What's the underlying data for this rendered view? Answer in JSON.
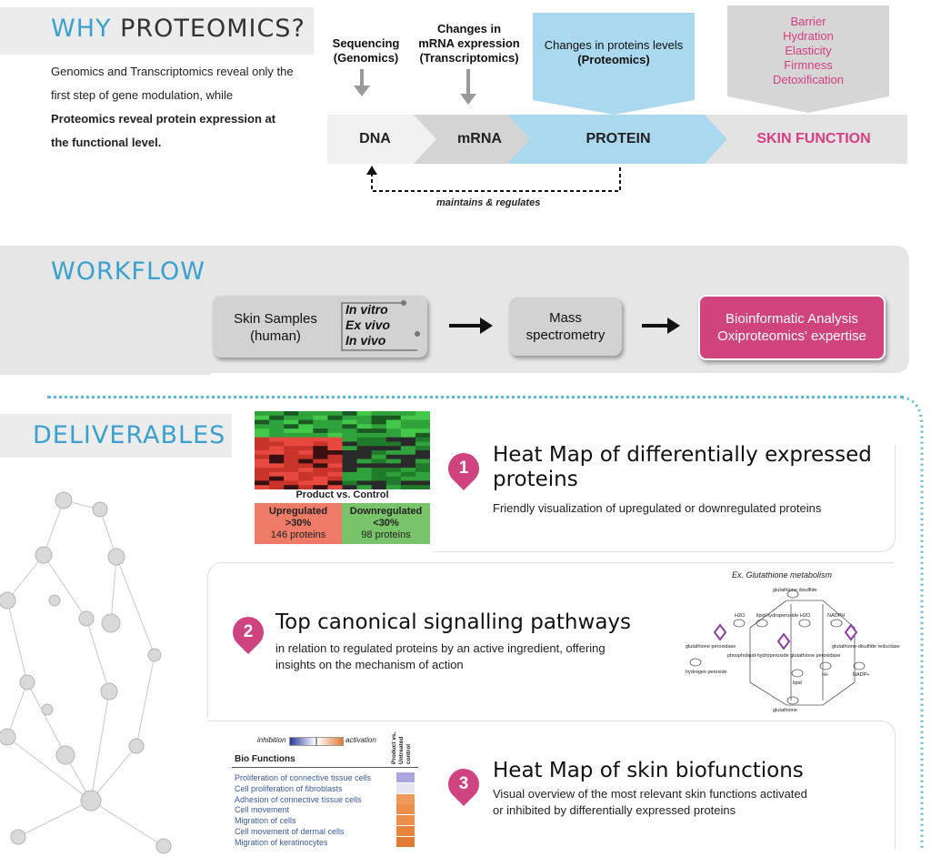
{
  "why": {
    "title_word1": "WHY",
    "title_word2": "PROTEOMICS?",
    "intro_line1": "Genomics and Transcriptomics reveal only the",
    "intro_line2": "first step of gene modulation, while",
    "intro_bold1": "Proteomics reveal protein expression at",
    "intro_bold2": "the functional level.",
    "seq_label1": "Sequencing",
    "seq_label2": "(Genomics)",
    "mrna_label1": "Changes in",
    "mrna_label2": "mRNA expression",
    "mrna_label3": "(Transcriptomics)",
    "prot_label1": "Changes in proteins levels",
    "prot_label2": "(Proteomics)",
    "functions": [
      "Barrier",
      "Hydration",
      "Elasticity",
      "Firmness",
      "Detoxification"
    ],
    "stages": [
      "DNA",
      "mRNA",
      "PROTEIN",
      "SKIN FUNCTION"
    ],
    "regulates": "maintains & regulates"
  },
  "workflow": {
    "title": "WORKFLOW",
    "samples1": "Skin Samples",
    "samples2": "(human)",
    "modes": [
      "In vitro",
      "Ex vivo",
      "In vivo"
    ],
    "mass1": "Mass",
    "mass2": "spectrometry",
    "bio1": "Bioinformatic Analysis",
    "bio2": "Oxiproteomics' expertise"
  },
  "deliverables": {
    "title": "DELIVERABLES",
    "heatmap_caption": "Product vs. Control",
    "up_title": "Upregulated",
    "up_threshold": ">30%",
    "up_count": "146 proteins",
    "down_title": "Downregulated",
    "down_threshold": "<30%",
    "down_count": "98 proteins",
    "items": [
      {
        "num": "1",
        "title1": "Heat Map of differentially expressed",
        "title2": "proteins",
        "sub1": "Friendly visualization of upregulated or downregulated proteins",
        "sub2": ""
      },
      {
        "num": "2",
        "title1": "Top canonical signalling pathways",
        "title2": "",
        "sub1": "in relation to regulated proteins by an active ingredient, offering",
        "sub2": "insights on the mechanism of action"
      },
      {
        "num": "3",
        "title1": "Heat Map of skin biofunctions",
        "title2": "",
        "sub1": "Visual overview of the most relevant skin functions activated",
        "sub2": "or inhibited by differentially expressed proteins"
      }
    ],
    "pathway": {
      "caption": "Ex. Glutathione metabolism",
      "nodes": [
        "glutathione disulfide",
        "H2O",
        "lipid hydroperoxide",
        "H2O",
        "NADPH",
        "glutathione peroxidase",
        "phospholipid-hydroperoxide glutathione peroxidase",
        "glutathione-disulfide reductase",
        "hydrogen peroxide",
        "lipid",
        "H+",
        "NADP+",
        "glutathione"
      ]
    },
    "biofunctions": {
      "inhibition": "inhibition",
      "activation": "activation",
      "header": "Bio Functions",
      "column": "Product vs. Untreated control",
      "rows": [
        "Proliferation of connective tissue cells",
        "Cell proliferation of fibroblasts",
        "Adhesion of connective tissue cells",
        "Cell movement",
        "Migration of cells",
        "Cell movement of dermal cells",
        "Migration of keratinocytes"
      ],
      "row_colors": [
        "#a9a6e0",
        "#e6e6f2",
        "#ee9a5a",
        "#ec8f4a",
        "#ec8f4a",
        "#e9843f",
        "#e07a34"
      ]
    }
  },
  "colors": {
    "blue": "#3aa0cf",
    "pink": "#d63d83",
    "light_blue": "#a9d8ef",
    "grey": "#d6d6d6"
  }
}
